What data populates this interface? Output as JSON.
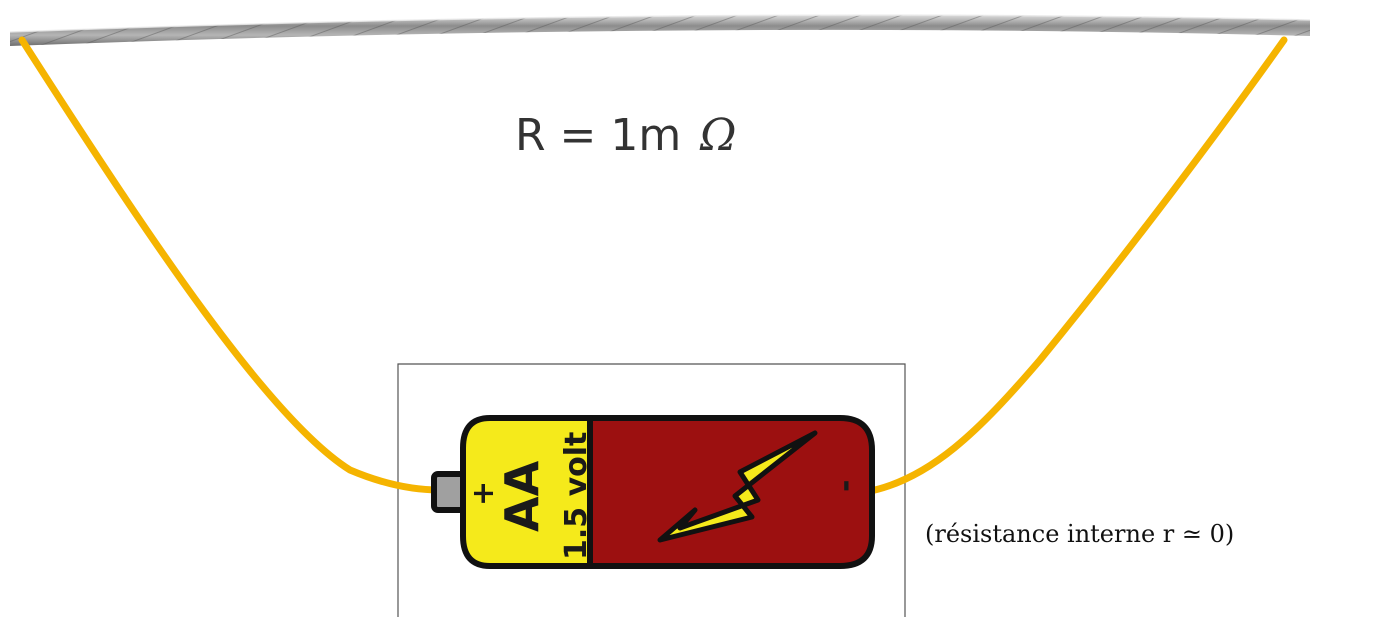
{
  "resistance": {
    "label": "R = 1m",
    "symbol": "Ω"
  },
  "battery": {
    "size_label": "AA",
    "voltage_label": "1.5 volt",
    "positive_sign": "+",
    "negative_sign": "-",
    "colors": {
      "positive_end": "#f5ea1b",
      "body": "#9c1010",
      "bolt": "#f5ea1b",
      "outline": "#111111",
      "terminal": "#a0a0a0"
    }
  },
  "wire": {
    "color": "#f5b400"
  },
  "cable": {
    "color": "#8a8a8a"
  },
  "note": {
    "text": "(résistance interne r ≃ 0)"
  }
}
